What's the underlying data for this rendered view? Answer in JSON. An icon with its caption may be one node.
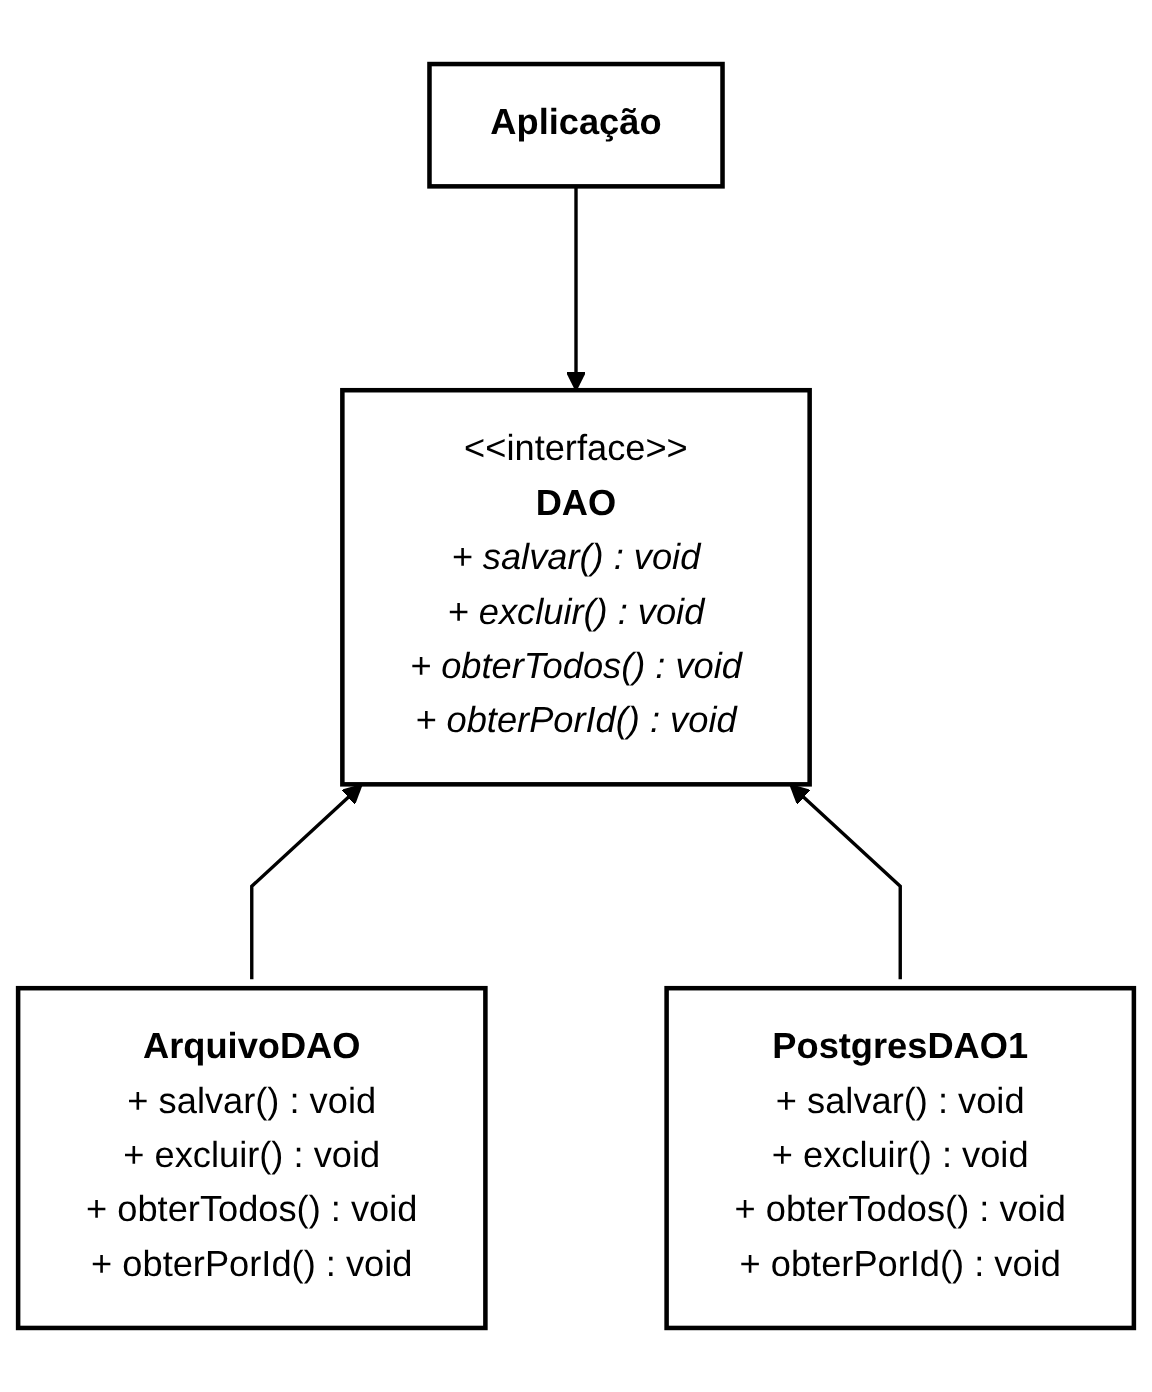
{
  "diagram": {
    "nodes": [
      {
        "text": [
          "Aplicação"
        ]
      },
      {
        "text": [
          "<<interface>>",
          "DAO",
          "+ salvar() : void",
          "+ excluir() : void",
          "+ obterTodos() : void",
          "+ obterPorId() : void"
        ]
      },
      {
        "text": [
          "ArquivoDAO",
          "+ salvar() : void",
          "+ excluir() : void",
          "+ obterTodos() : void",
          "+ obterPorId() : void"
        ]
      },
      {
        "text": [
          "PostgresDAO1",
          "+ salvar() : void",
          "+ excluir() : void",
          "+ obterTodos() : void",
          "+ obterPorId() : void"
        ]
      }
    ],
    "edges": [
      {
        "from": 0,
        "to": 1,
        "arrow": "to"
      },
      {
        "from": 2,
        "to": 1,
        "arrow": "to"
      },
      {
        "from": 3,
        "to": 1,
        "arrow": "to"
      }
    ]
  }
}
